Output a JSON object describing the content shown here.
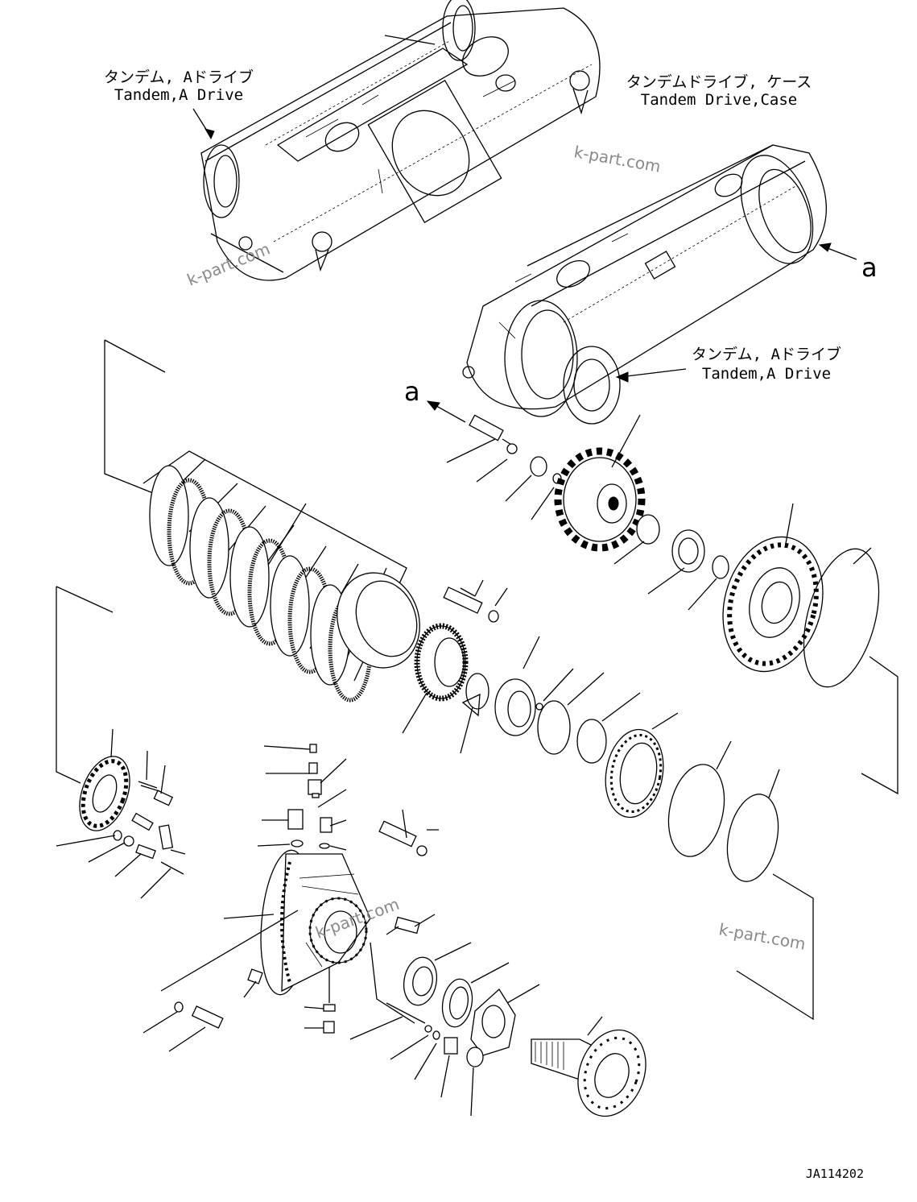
{
  "labels": {
    "tandem_a_drive_top_jp": "タンデム, Aドライブ",
    "tandem_a_drive_top_en": "Tandem,A Drive",
    "tandem_drive_case_jp": "タンデムドライブ, ケース",
    "tandem_drive_case_en": "Tandem Drive,Case",
    "tandem_a_drive_right_jp": "タンデム, Aドライブ",
    "tandem_a_drive_right_en": "Tandem,A Drive"
  },
  "callouts": {
    "view_ref_right": "a",
    "view_ref_left": "a"
  },
  "watermarks": [
    "k-part.com",
    "k-part.com",
    "k-part.com",
    "k-part.com"
  ],
  "drawing_code": "JA114202"
}
